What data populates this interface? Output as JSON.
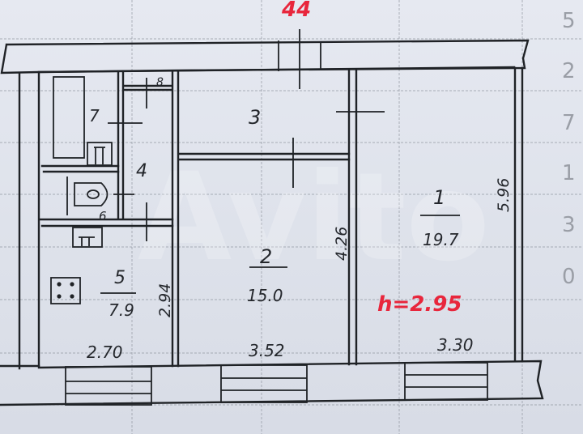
{
  "plan": {
    "top_marker": "44",
    "ceiling_height": "h=2.95",
    "watermark": "Avito",
    "rooms": [
      {
        "id": "1",
        "area": "19.7"
      },
      {
        "id": "2",
        "area": "15.0"
      },
      {
        "id": "3"
      },
      {
        "id": "4"
      },
      {
        "id": "5",
        "area": "7.9"
      },
      {
        "id": "6"
      },
      {
        "id": "7"
      },
      {
        "id": "8"
      }
    ],
    "dimensions": {
      "kitchen_width": "2.70",
      "room2_width": "3.52",
      "room1_width": "3.30",
      "kitchen_depth": "2.94",
      "room2_depth": "4.26",
      "room1_depth": "5.96"
    },
    "margin_digits": [
      "5",
      "2",
      "7",
      "1",
      "3",
      "0"
    ]
  },
  "colors": {
    "ink": "#1f2226",
    "red_annotation": "#e8263c",
    "paper": "#dfe3ec",
    "grid": "#8d929c"
  }
}
